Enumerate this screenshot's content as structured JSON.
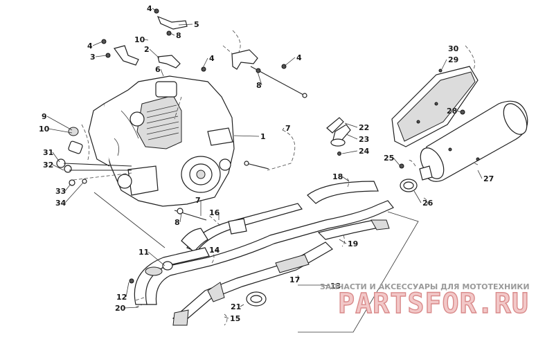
{
  "callouts": [
    {
      "n": "1"
    },
    {
      "n": "2"
    },
    {
      "n": "3"
    },
    {
      "n": "4"
    },
    {
      "n": "4"
    },
    {
      "n": "4"
    },
    {
      "n": "4"
    },
    {
      "n": "5"
    },
    {
      "n": "6"
    },
    {
      "n": "7"
    },
    {
      "n": "7"
    },
    {
      "n": "8"
    },
    {
      "n": "8"
    },
    {
      "n": "8"
    },
    {
      "n": "9"
    },
    {
      "n": "10"
    },
    {
      "n": "10"
    },
    {
      "n": "11"
    },
    {
      "n": "12"
    },
    {
      "n": "13"
    },
    {
      "n": "14"
    },
    {
      "n": "15"
    },
    {
      "n": "16"
    },
    {
      "n": "17"
    },
    {
      "n": "18"
    },
    {
      "n": "19"
    },
    {
      "n": "20"
    },
    {
      "n": "21"
    },
    {
      "n": "22"
    },
    {
      "n": "23"
    },
    {
      "n": "24"
    },
    {
      "n": "25"
    },
    {
      "n": "26"
    },
    {
      "n": "27"
    },
    {
      "n": "28"
    },
    {
      "n": "29"
    },
    {
      "n": "30"
    },
    {
      "n": "31"
    },
    {
      "n": "32"
    },
    {
      "n": "33"
    },
    {
      "n": "34"
    }
  ],
  "watermark": {
    "caption": "ЗАПЧАСТИ И АКСЕССУАРЫ ДЛЯ МОТОТЕХНИКИ",
    "brand": "PARTSFOR.RU",
    "color": "#d98a8a"
  }
}
